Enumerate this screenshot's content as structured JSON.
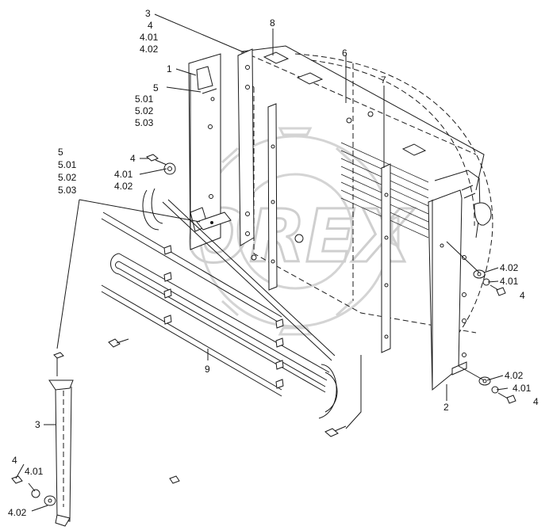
{
  "watermark": "OREX",
  "callouts": [
    {
      "id": "c-3",
      "text": "3"
    },
    {
      "id": "c-4",
      "text": "4"
    },
    {
      "id": "c-4-01",
      "text": "4.01"
    },
    {
      "id": "c-4-02",
      "text": "4.02"
    },
    {
      "id": "c-8",
      "text": "8"
    },
    {
      "id": "c-6",
      "text": "6"
    },
    {
      "id": "c-7",
      "text": "7"
    },
    {
      "id": "c-1",
      "text": "1"
    },
    {
      "id": "c-5",
      "text": "5"
    },
    {
      "id": "c-5-01",
      "text": "5.01"
    },
    {
      "id": "c-5-02",
      "text": "5.02"
    },
    {
      "id": "c-5-03",
      "text": "5.03"
    },
    {
      "id": "c-5b",
      "text": "5"
    },
    {
      "id": "c-5b-01",
      "text": "5.01"
    },
    {
      "id": "c-5b-02",
      "text": "5.02"
    },
    {
      "id": "c-5b-03",
      "text": "5.03"
    },
    {
      "id": "c-4-bolt",
      "text": "4"
    },
    {
      "id": "c-4-01-b",
      "text": "4.01"
    },
    {
      "id": "c-4-02-b",
      "text": "4.02"
    },
    {
      "id": "c-9",
      "text": "9"
    },
    {
      "id": "c-3-side",
      "text": "3"
    },
    {
      "id": "c-4-side",
      "text": "4"
    },
    {
      "id": "c-4-01-side",
      "text": "4.01"
    },
    {
      "id": "c-4-02-side",
      "text": "4.02"
    },
    {
      "id": "c-4-02-r1",
      "text": "4.02"
    },
    {
      "id": "c-4-01-r1",
      "text": "4.01"
    },
    {
      "id": "c-4-r1",
      "text": "4"
    },
    {
      "id": "c-4-02-r2",
      "text": "4.02"
    },
    {
      "id": "c-4-01-r2",
      "text": "4.01"
    },
    {
      "id": "c-4-r2",
      "text": "4"
    },
    {
      "id": "c-2",
      "text": "2"
    }
  ]
}
